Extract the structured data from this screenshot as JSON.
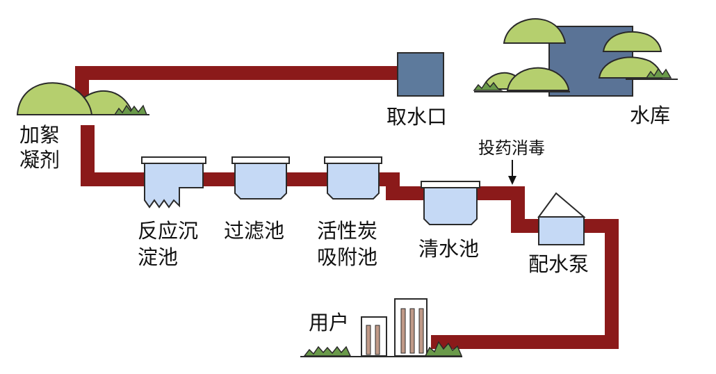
{
  "labels": {
    "coagulant_line1": "加絮",
    "coagulant_line2": "凝剂",
    "intake": "取水口",
    "reservoir": "水库",
    "disinfection": "投药消毒",
    "sedimentation_line1": "反应沉",
    "sedimentation_line2": "淀池",
    "filter": "过滤池",
    "carbon_line1": "活性炭",
    "carbon_line2": "吸附池",
    "clear_water": "清水池",
    "pump": "配水泵",
    "users": "用户"
  },
  "colors": {
    "pipe": "#8b1a1a",
    "pipe_outline": "#5e0c0c",
    "tank_water": "#c5d9f5",
    "tank_outline": "#2a2a2a",
    "intake_box": "#5d7a9c",
    "reservoir_water": "#5a7396",
    "hill_green": "#b5cf6e",
    "bush_green": "#6a9a4a"
  }
}
